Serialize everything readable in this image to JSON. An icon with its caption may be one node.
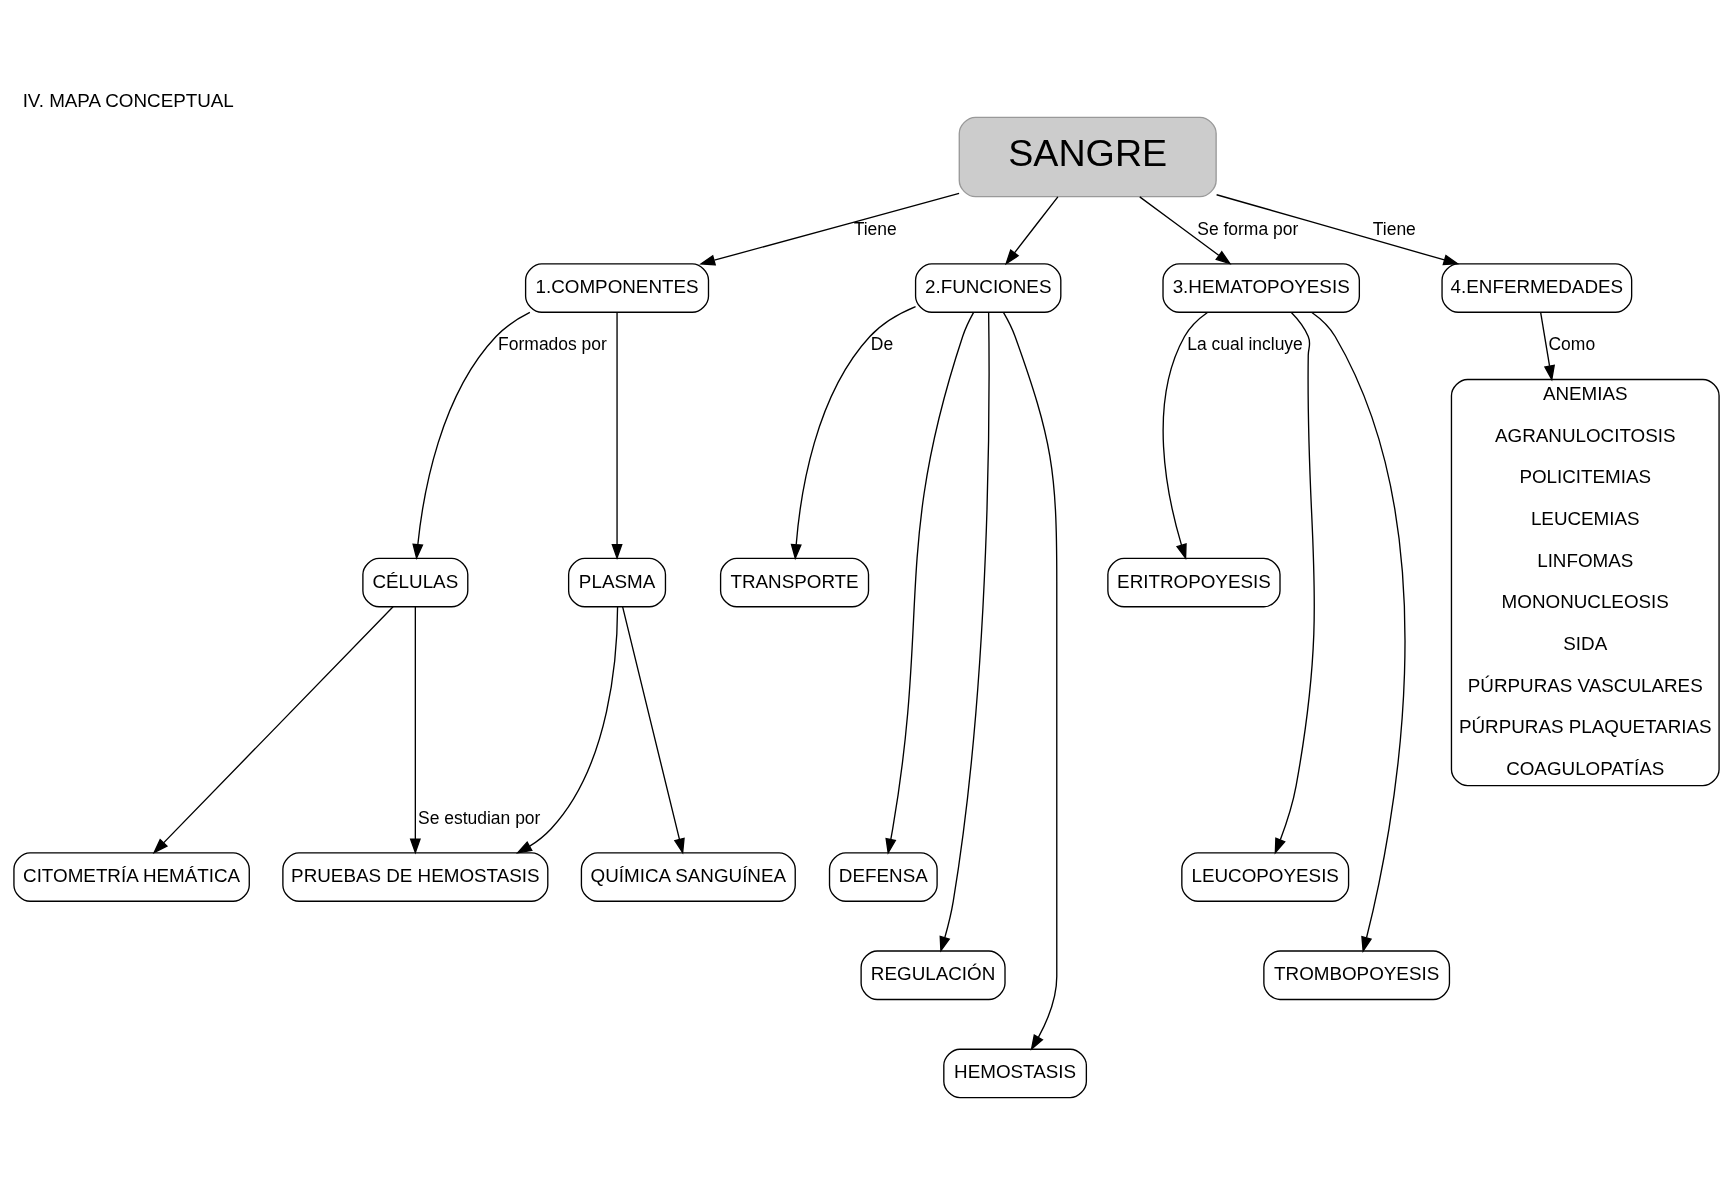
{
  "diagram": {
    "title": "IV. MAPA CONCEPTUAL",
    "nodes": [
      {
        "text": [
          "SANGRE"
        ]
      },
      {
        "text": [
          "1.COMPONENTES"
        ]
      },
      {
        "text": [
          "2.FUNCIONES"
        ]
      },
      {
        "text": [
          "3.HEMATOPOYESIS"
        ]
      },
      {
        "text": [
          "4.ENFERMEDADES"
        ]
      },
      {
        "text": [
          "CÉLULAS"
        ]
      },
      {
        "text": [
          "PLASMA"
        ]
      },
      {
        "text": [
          "CITOMETRÍA HEMÁTICA"
        ]
      },
      {
        "text": [
          "QUÍMICA SANGUÍNEA"
        ]
      },
      {
        "text": [
          "PRUEBAS DE HEMOSTASIS"
        ]
      },
      {
        "text": [
          "TRANSPORTE"
        ]
      },
      {
        "text": [
          "DEFENSA"
        ]
      },
      {
        "text": [
          "REGULACIÓN"
        ]
      },
      {
        "text": [
          "HEMOSTASIS"
        ]
      },
      {
        "text": [
          "ERITROPOYESIS"
        ]
      },
      {
        "text": [
          "LEUCOPOYESIS"
        ]
      },
      {
        "text": [
          "TROMBOPOYESIS"
        ]
      },
      {
        "text": [
          "ANEMIAS",
          "AGRANULOCITOSIS",
          "POLICITEMIAS",
          "LEUCEMIAS",
          "LINFOMAS",
          "MONONUCLEOSIS",
          "SIDA",
          "PÚRPURAS VASCULARES",
          "PÚRPURAS PLAQUETARIAS",
          "COAGULOPATÍAS"
        ]
      }
    ],
    "edges": [
      {
        "from": 0,
        "to": 1,
        "arrow": "to",
        "label": "Tiene"
      },
      {
        "from": 0,
        "to": 2,
        "arrow": "to"
      },
      {
        "from": 0,
        "to": 3,
        "arrow": "to",
        "label": "Se forma por"
      },
      {
        "from": 0,
        "to": 4,
        "arrow": "to",
        "label": "Tiene"
      },
      {
        "from": 1,
        "to": 5,
        "arrow": "to",
        "label": "Formados por"
      },
      {
        "from": 1,
        "to": 6,
        "arrow": "to"
      },
      {
        "from": 5,
        "to": 7,
        "arrow": "to"
      },
      {
        "from": 6,
        "to": 8,
        "arrow": "to"
      },
      {
        "from": 5,
        "to": 9,
        "arrow": "to",
        "label": "Se estudian por"
      },
      {
        "from": 6,
        "to": 9,
        "arrow": "to"
      },
      {
        "from": 2,
        "to": 10,
        "arrow": "to",
        "label": "De"
      },
      {
        "from": 2,
        "to": 11,
        "arrow": "to"
      },
      {
        "from": 2,
        "to": 12,
        "arrow": "to"
      },
      {
        "from": 2,
        "to": 13,
        "arrow": "to"
      },
      {
        "from": 3,
        "to": 14,
        "arrow": "to",
        "label": "La cual incluye"
      },
      {
        "from": 3,
        "to": 15,
        "arrow": "to"
      },
      {
        "from": 3,
        "to": 16,
        "arrow": "to"
      },
      {
        "from": 4,
        "to": 17,
        "arrow": "to",
        "label": "Como"
      }
    ]
  }
}
